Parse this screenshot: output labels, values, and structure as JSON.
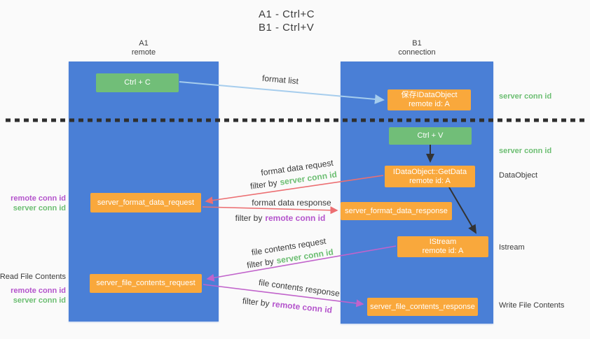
{
  "title": {
    "line1": "A1 - Ctrl+C",
    "line2": "B1 - Ctrl+V"
  },
  "lanes": {
    "left": {
      "name": "A1",
      "role": "remote"
    },
    "right": {
      "name": "B1",
      "role": "connection"
    }
  },
  "nodes": {
    "ctrl_c": {
      "label": "Ctrl + C"
    },
    "ctrl_v": {
      "label": "Ctrl + V"
    },
    "save_dataobject": {
      "line1": "保存IDataObject",
      "line2": "remote id: A"
    },
    "getdata": {
      "line1": "IDataObject::GetData",
      "line2": "remote id: A"
    },
    "istream": {
      "line1": "IStream",
      "line2": "remote id: A"
    },
    "format_request": {
      "label": "server_format_data_request"
    },
    "format_response": {
      "label": "server_format_data_response"
    },
    "file_request": {
      "label": "server_file_contents_request"
    },
    "file_response": {
      "label": "server_file_contents_response"
    }
  },
  "flow_labels": {
    "format_list": "format list",
    "format_data_request": "format data request",
    "format_data_response": "format data response",
    "file_contents_request": "file contents request",
    "file_contents_response": "file contents response",
    "filter_by": "filter by",
    "server_conn_id": "server conn id",
    "remote_conn_id": "remote conn id"
  },
  "side_labels": {
    "server_conn_id_top": "server conn id",
    "server_conn_id_mid": "server conn id",
    "dataobject": "DataObject",
    "istream": "Istream",
    "write_file_contents": "Write File Contents",
    "read_file_contents": "Read File Contents",
    "remote_conn_id_left1": "remote conn id",
    "server_conn_id_left1": "server conn id",
    "remote_conn_id_left2": "remote conn id",
    "server_conn_id_left2": "server conn id"
  },
  "colors": {
    "lane_blue": "#4A7FD6",
    "node_green": "#71BE78",
    "node_orange": "#F9A83C",
    "green_text": "#6CBE72",
    "purple_text": "#B454CC",
    "arrow_red": "#EC6F72",
    "arrow_purple": "#C163CB",
    "arrow_light_blue": "#A6CDED",
    "arrow_black": "#333333",
    "dotted_line": "#2f2f2f",
    "background": "#fafafa"
  }
}
